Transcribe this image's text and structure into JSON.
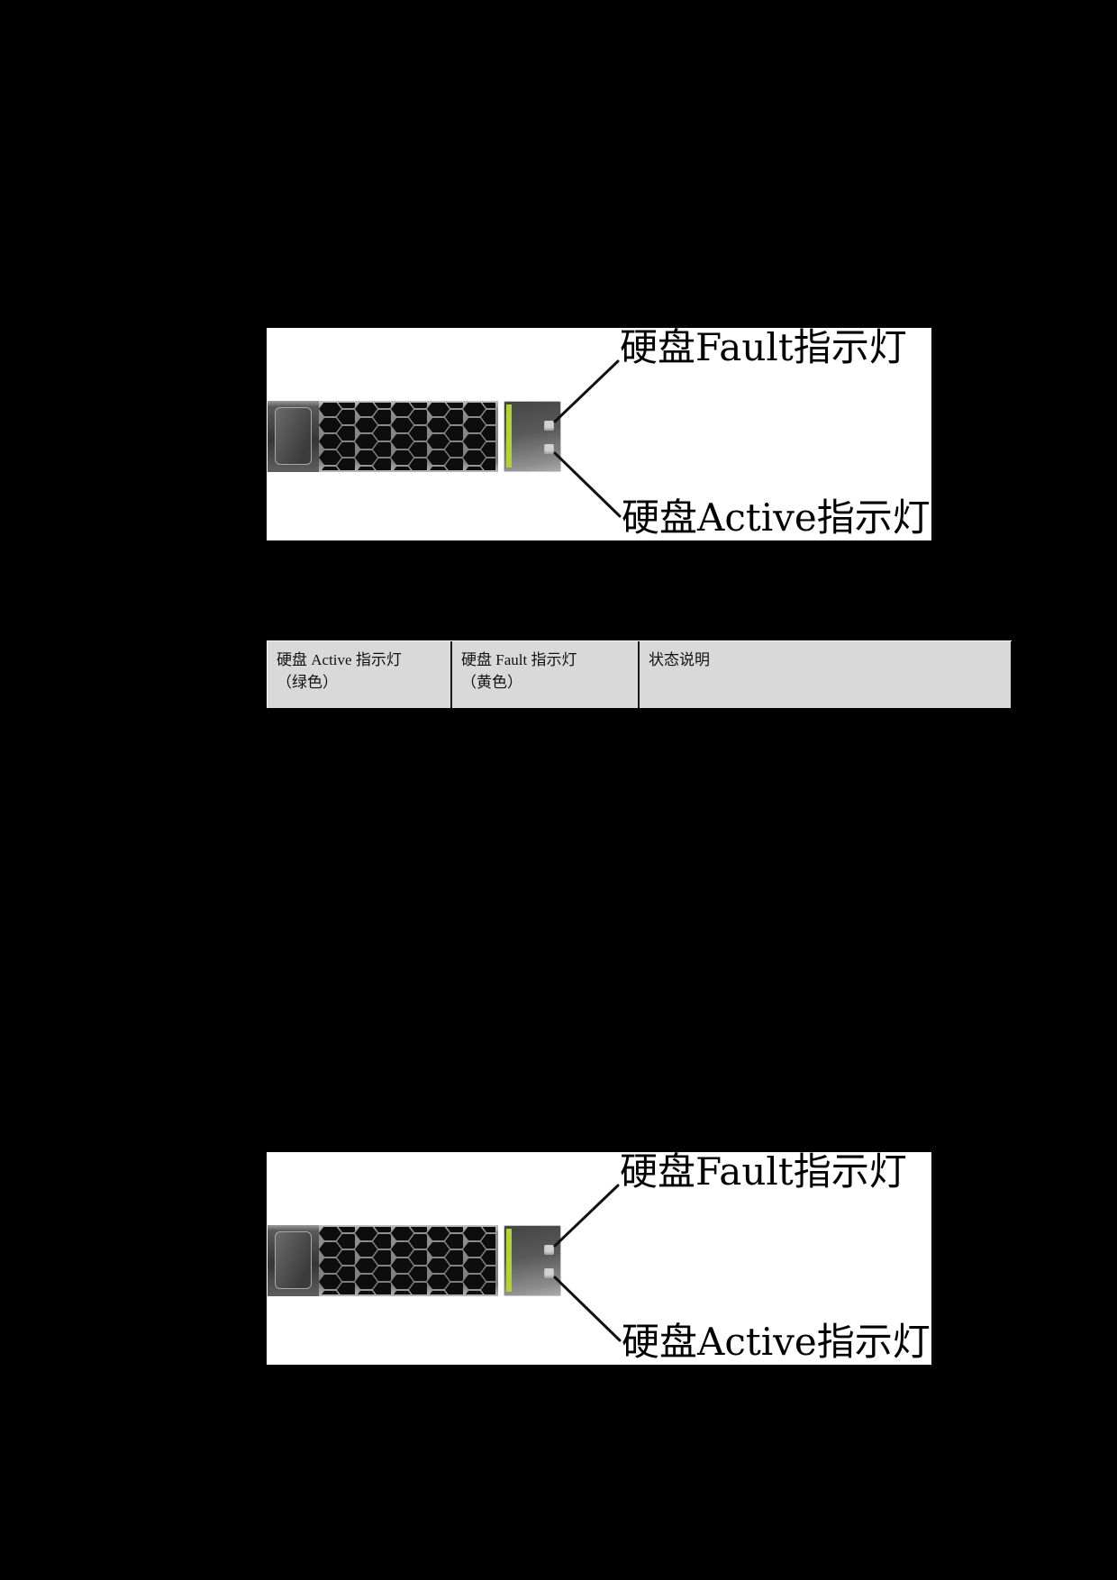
{
  "figures": [
    {
      "fault_label": "硬盘Fault指示灯",
      "active_label": "硬盘Active指示灯"
    },
    {
      "fault_label": "硬盘Fault指示灯",
      "active_label": "硬盘Active指示灯"
    }
  ],
  "table": {
    "columns": [
      {
        "title_line1": "硬盘 Active 指示灯",
        "title_line2": "（绿色）"
      },
      {
        "title_line1": "硬盘 Fault 指示灯",
        "title_line2": "（黄色）"
      },
      {
        "title_line1": "状态说明",
        "title_line2": ""
      }
    ]
  },
  "colors": {
    "page_bg": "#000000",
    "figure_bg": "#ffffff",
    "table_header_bg": "#d9d9d9",
    "table_divider": "#1a1a1a",
    "latch_stripe": "#b2d235",
    "led": "#d2d2d2",
    "callout_line": "#111111",
    "callout_text": "#000000"
  }
}
